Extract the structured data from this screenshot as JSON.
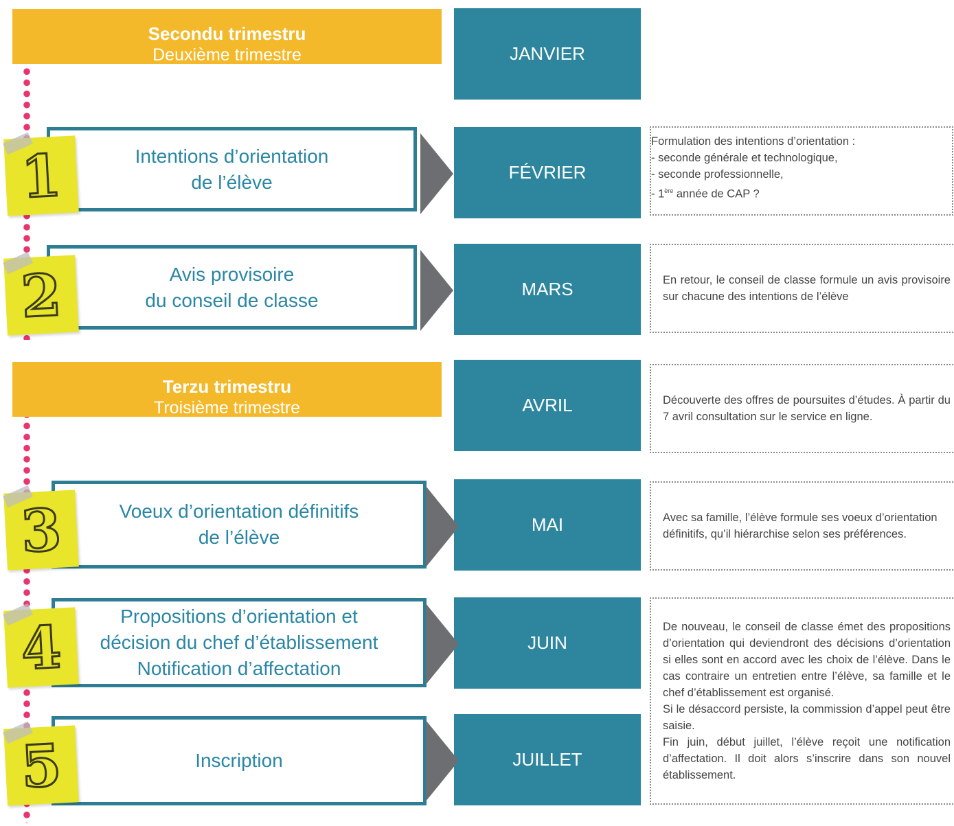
{
  "trimesters": [
    {
      "title": "Secondu trimestru",
      "subtitle": "Deuxième trimestre"
    },
    {
      "title": "Terzu trimestru",
      "subtitle": "Troisième trimestre"
    }
  ],
  "months": [
    "JANVIER",
    "FÉVRIER",
    "MARS",
    "AVRIL",
    "MAI",
    "JUIN",
    "JUILLET"
  ],
  "steps": [
    {
      "number": "1",
      "lines": [
        "Intentions d’orientation",
        "de l’élève"
      ]
    },
    {
      "number": "2",
      "lines": [
        "Avis provisoire",
        "du conseil de classe"
      ]
    },
    {
      "number": "3",
      "lines": [
        "Voeux d’orientation définitifs",
        "de l’élève"
      ]
    },
    {
      "number": "4",
      "lines": [
        "Propositions d’orientation et",
        "décision du chef d’établissement",
        "Notification d’affectation"
      ]
    },
    {
      "number": "5",
      "lines": [
        "Inscription"
      ]
    }
  ],
  "descriptions": {
    "fevrier": {
      "intro": "Formulation des intentions d’orientation :",
      "items": [
        "- seconde générale et technologique,",
        "- seconde professionnelle,"
      ],
      "last_prefix": "- 1",
      "last_sup": "ère",
      "last_suffix": " année de CAP ?"
    },
    "mars": "En retour, le conseil de classe formule un avis provisoire sur chacune des intentions de l’élève",
    "avril": "Découverte des offres de poursuites d’études. À partir du 7 avril consultation sur le service en ligne.",
    "mai": "Avec sa famille, l’élève formule ses voeux d’orientation définitifs, qu’il hiérarchise selon ses préférences.",
    "juin_juillet": [
      "De nouveau, le conseil de classe émet des propositions d’orientation qui deviendront des décisions d’orientation si elles sont en accord avec les choix de l’élève. Dans le cas contraire un entretien entre l’élève, sa famille et le chef d’établissement est organisé.",
      "Si le désaccord persiste, la commission d’appel peut être saisie.",
      "Fin juin, début juillet, l’élève reçoit une notification d’affectation. Il doit alors s’inscrire dans son nouvel établissement."
    ]
  },
  "colors": {
    "trimester": "#f4b92b",
    "month": "#2e869e",
    "step_text": "#2a86a4",
    "arrow": "#6d6e72",
    "note": "#e8e52b",
    "dots": "#e8356d"
  }
}
